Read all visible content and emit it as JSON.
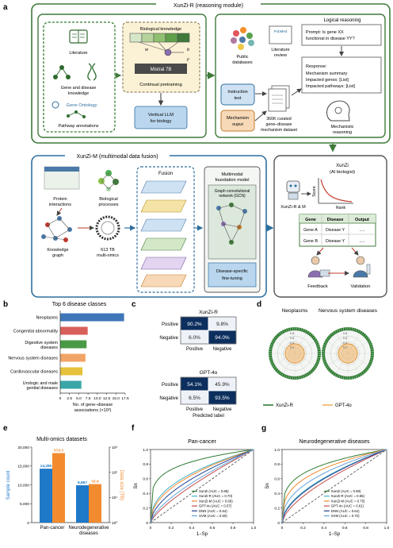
{
  "colors": {
    "xunzi_r_green": "#3f7a3a",
    "xunzi_m_blue": "#2f6f9f",
    "panel_border": "#555555",
    "dashed_green": "#2e7d32",
    "pretrain_fill": "#fbf2d6",
    "llm_box": "#b9d6ee",
    "bar_blue": "#3f76b9",
    "bar_red": "#d9605a",
    "bar_green": "#4a9a45",
    "bar_orange": "#f2a466",
    "bar_yellow": "#e6c23a",
    "bar_teal": "#3aa6a8",
    "cm_dark": "#0d2f5e",
    "cm_light": "#eef2f8",
    "e_blue": "#1f78c8",
    "e_orange": "#f28a2e",
    "roc_xunzi": "#2e7d32",
    "roc_xunzi_r": "#3fb2c9",
    "roc_xunzi_m": "#f28a2e",
    "roc_gpt": "#c44d4d",
    "roc_dnn": "#1f3f8f",
    "roc_svm": "#66a3d9",
    "gpt_orange": "#f0b060"
  },
  "panel_a": {
    "letter": "a",
    "xunzi_r_title": "XunZi-R (reasoning module)",
    "literature": "Literature",
    "gene_disease": "Gene and disease knowledge",
    "gene_ontology": "Gene Ontology",
    "pathway": "Pathway annotations",
    "bio_knowledge": "Biological knowledge",
    "mistral": "Mistral 7B",
    "continual": "Continual pretraining",
    "vertical_llm": "Vertical LLM for biology",
    "public_db": "Public databases",
    "pubmed": "PubMed",
    "lit_review": "Literature review",
    "instruction": "Instruction text",
    "mechanism_output": "Mechanism ouput",
    "curated": "360K curated gene–disease mechanism dataset",
    "logical": "Logical reasoning",
    "prompt": "Prompt: Is gene XX functional in disease YY?",
    "response_title": "Response:",
    "response_lines": [
      "Mechanism summary",
      "Impacted genes: [List]",
      "Impacted pathways: [List]"
    ],
    "mechanistic": "Mechanistic reasoning",
    "xunzi_m_title": "XunZi-M (multimodal data fusion)",
    "protein": "Protein interactions",
    "bio_processes": "Biological processes",
    "knowledge_graph": "Knowledge graph",
    "multiomics": "613 TB multi-omics",
    "fusion": "Fusion",
    "mfm": "Multimodal foundation model",
    "gcn": "Graph convolutional network (GCN)",
    "finetune": "Disease-specific fine-tuning",
    "xunzi": "XunZi",
    "ai_bio": "(AI biologist)",
    "xunzi_rm": "XunZi-R & M",
    "score": "Score",
    "rank": "Rank",
    "tbl_head": [
      "Gene",
      "Disease",
      "Output"
    ],
    "tbl_rows": [
      [
        "Gene A",
        "Disease Y",
        "....."
      ],
      [
        "Gene B",
        "Disease Y",
        "....."
      ]
    ],
    "feedback": "Feedback",
    "validation": "Validation",
    "math_b": "b",
    "math_w": "w",
    "math_y": "y"
  },
  "panel_b": {
    "letter": "b",
    "chart_data": {
      "type": "bar",
      "title": "Top 6 disease classes",
      "categories": [
        "Neoplasms",
        "Congenital abnormality",
        "Digestive system diseases",
        "Nervous system diseases",
        "Cardiovascular diseases",
        "Urologic and male genital diseases"
      ],
      "values": [
        17.2,
        7.4,
        7.1,
        6.8,
        6.0,
        5.7
      ],
      "xlabel": "No. of gene–disease associations (×10³)",
      "xticks": [
        "0",
        "2.5",
        "5.0",
        "7.5",
        "10.0",
        "12.5",
        "15.0",
        "17.5"
      ],
      "xlim": [
        0,
        17.5
      ]
    }
  },
  "panel_c": {
    "letter": "c",
    "chart_data": [
      {
        "type": "heatmap",
        "title": "XunZi-R",
        "rows": [
          "Positive",
          "Negative"
        ],
        "cols": [
          "Positive",
          "Negative"
        ],
        "cells": [
          [
            "90.2%",
            "9.8%"
          ],
          [
            "6.0%",
            "94.0%"
          ]
        ],
        "values": [
          [
            90.2,
            9.8
          ],
          [
            6.0,
            94.0
          ]
        ]
      },
      {
        "type": "heatmap",
        "title": "GPT-4o",
        "rows": [
          "Positive",
          "Negative"
        ],
        "cols": [
          "Positive",
          "Negative"
        ],
        "cells": [
          [
            "54.1%",
            "45.9%"
          ],
          [
            "6.5%",
            "93.5%"
          ]
        ],
        "values": [
          [
            54.1,
            45.9
          ],
          [
            6.5,
            93.5
          ]
        ],
        "xlabel": "Predicted label"
      }
    ]
  },
  "panel_d": {
    "letter": "d",
    "titles": [
      "Neoplasms",
      "Nervous system diseases"
    ],
    "ticks": [
      "0.8",
      "0.6",
      "0.4",
      "0.2"
    ],
    "legend": [
      "XunZi-R",
      "GPT-4o"
    ]
  },
  "panel_e": {
    "letter": "e",
    "chart_data": {
      "type": "bar",
      "title": "Multi-omics datasets",
      "categories": [
        "Pan-cancer",
        "Neurodegenerative diseases"
      ],
      "series": [
        {
          "name": "Sample count",
          "values": [
            14280,
            9887
          ],
          "labels": [
            "14,280",
            "9,887"
          ]
        },
        {
          "name": "Data size (TB)",
          "values": [
            579.3,
            33.9
          ],
          "labels": [
            "579.3",
            "33.9"
          ]
        }
      ],
      "ylabel": "Sample count",
      "y2label": "Data size (TB)",
      "yticks": [
        "0",
        "5,000",
        "10,000",
        "15,000",
        "20,000"
      ],
      "y2ticks": [
        "10⁰",
        "10¹",
        "10²",
        "10³"
      ],
      "ylim": [
        0,
        20000
      ]
    }
  },
  "panel_f": {
    "letter": "f",
    "chart_data": {
      "type": "line",
      "title": "Pan-cancer",
      "xlabel": "1−Sp",
      "ylabel": "Sn",
      "xlim": [
        0,
        1
      ],
      "ylim": [
        0,
        1
      ],
      "ticks": [
        "0",
        "0.2",
        "0.4",
        "0.6",
        "0.8",
        "1.0"
      ],
      "series": [
        {
          "name": "XunZi (AUC = 0.85)",
          "gamma": 0.2
        },
        {
          "name": "XunZi-R (AUC = 0.70)",
          "gamma": 0.43
        },
        {
          "name": "XunZi-M (AUC = 0.68)",
          "gamma": 0.47
        },
        {
          "name": "GPT-4o (AUC = 0.57)",
          "gamma": 0.75
        },
        {
          "name": "DNN (AUC = 0.64)",
          "gamma": 0.56
        },
        {
          "name": "SVM (AUC = 0.60)",
          "gamma": 0.67
        }
      ]
    }
  },
  "panel_g": {
    "letter": "g",
    "chart_data": {
      "type": "line",
      "title": "Neurodegenerative diseases",
      "xlabel": "1−Sp",
      "ylabel": "Sn",
      "xlim": [
        0,
        1
      ],
      "ylim": [
        0,
        1
      ],
      "ticks": [
        "0",
        "0.2",
        "0.4",
        "0.6",
        "0.8",
        "1.0"
      ],
      "series": [
        {
          "name": "XunZi (AUC = 0.80)",
          "gamma": 0.25
        },
        {
          "name": "XunZi-R (AUC = 0.65)",
          "gamma": 0.54
        },
        {
          "name": "XunZi-M (AUC = 0.75)",
          "gamma": 0.33
        },
        {
          "name": "GPT-4o (AUC = 0.61)",
          "gamma": 0.64
        },
        {
          "name": "DNN (AUC = 0.64)",
          "gamma": 0.56
        },
        {
          "name": "SVM (AUC = 0.70)",
          "gamma": 0.43
        }
      ]
    }
  }
}
